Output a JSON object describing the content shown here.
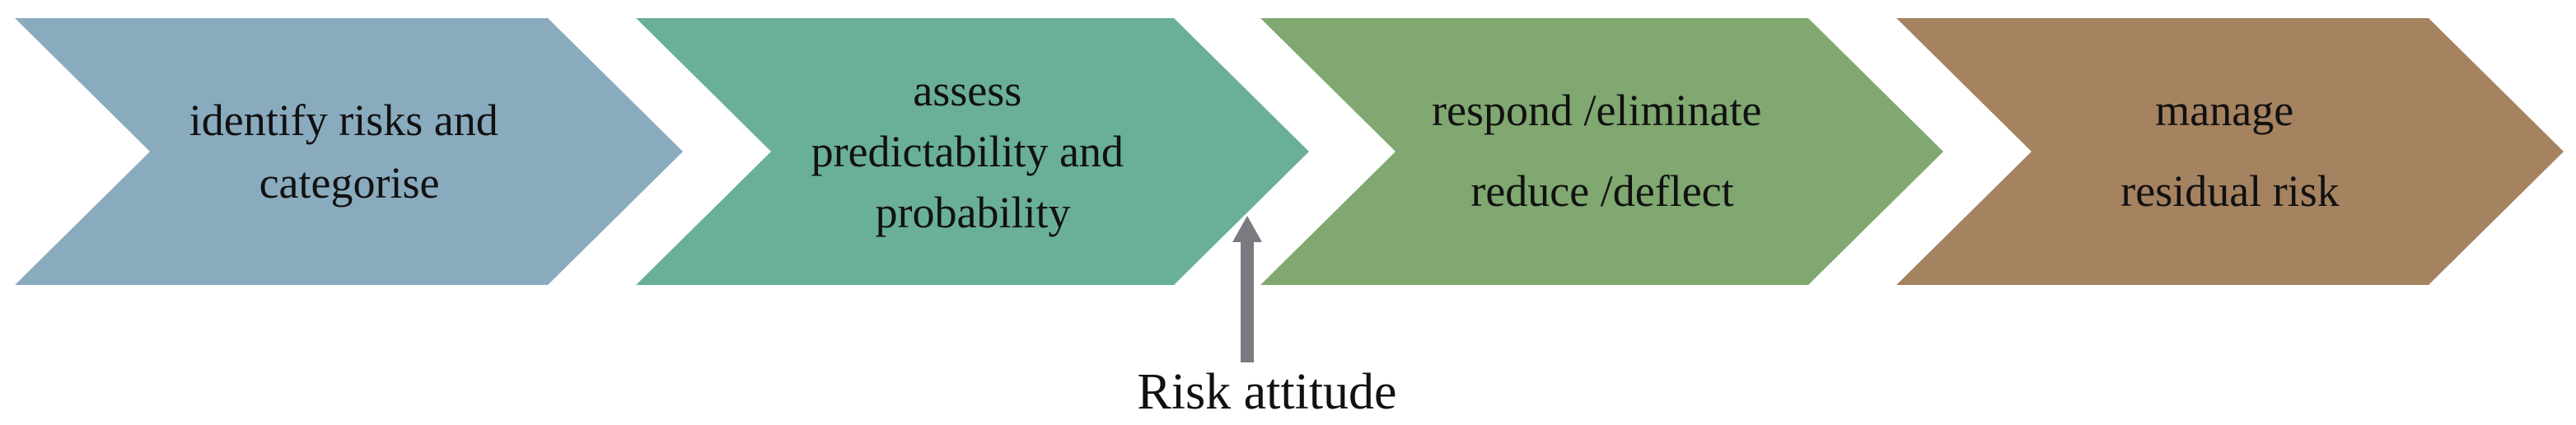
{
  "steps": [
    {
      "lines": [
        "identify risks and",
        "categorise"
      ],
      "color": "#8aabbe"
    },
    {
      "lines": [
        "assess",
        "predictability and",
        "probability"
      ],
      "color": "#6aaf98"
    },
    {
      "lines": [
        "respond /eliminate",
        "reduce /deflect"
      ],
      "color": "#80a870"
    },
    {
      "lines": [
        "manage",
        "residual risk"
      ],
      "color": "#a58260"
    }
  ],
  "annotation": {
    "label": "Risk attitude",
    "arrow_color": "#7a7a80"
  }
}
